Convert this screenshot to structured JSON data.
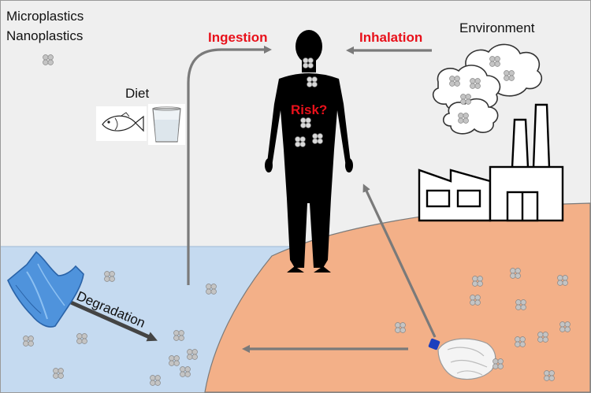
{
  "labels": {
    "microplastics": "Microplastics",
    "nanoplastics": "Nanoplastics",
    "diet": "Diet",
    "ingestion": "Ingestion",
    "inhalation": "Inhalation",
    "environment": "Environment",
    "risk": "Risk?",
    "degradation": "Degradation"
  },
  "colors": {
    "background": "#efefef",
    "water": "#c5daf0",
    "land": "#f3b088",
    "highlight": "#e8111b",
    "arrow": "#7a7a7a",
    "silhouette": "#000000",
    "particle": "#bdbdbd"
  },
  "icons": {
    "fish": "fish-icon",
    "glass": "water-glass-icon",
    "factory": "factory-icon",
    "clouds": "smoke-cloud-icon",
    "bag": "plastic-bag-icon",
    "bottle": "plastic-bottle-icon",
    "body": "human-silhouette",
    "particle": "particle-cluster-icon"
  }
}
